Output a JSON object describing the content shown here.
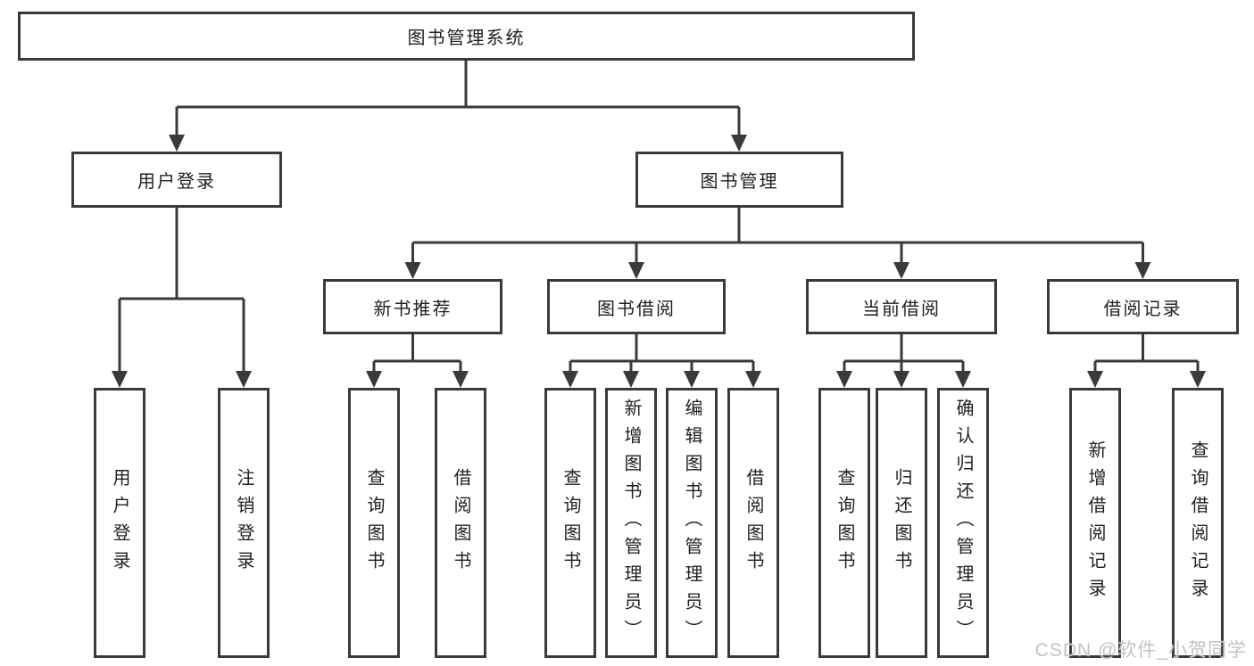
{
  "diagram": {
    "root": "图书管理系统",
    "user_login": {
      "label": "用户登录",
      "children": [
        "用户登录",
        "注销登录"
      ]
    },
    "book_management": {
      "label": "图书管理",
      "sections": [
        {
          "label": "新书推荐",
          "children": [
            "查询图书",
            "借阅图书"
          ]
        },
        {
          "label": "图书借阅",
          "children": [
            "查询图书",
            "新增图书（管理员）",
            "编辑图书（管理员）",
            "借阅图书"
          ]
        },
        {
          "label": "当前借阅",
          "children": [
            "查询图书",
            "归还图书",
            "确认归还（管理员）"
          ]
        },
        {
          "label": "借阅记录",
          "children": [
            "新增借阅记录",
            "查询借阅记录"
          ]
        }
      ]
    },
    "watermark": "CSDN @软件_小贺同学",
    "colors": {
      "line": "#3a3a3a",
      "text": "#1f1f1f",
      "watermark": "#c3c3c3"
    }
  }
}
